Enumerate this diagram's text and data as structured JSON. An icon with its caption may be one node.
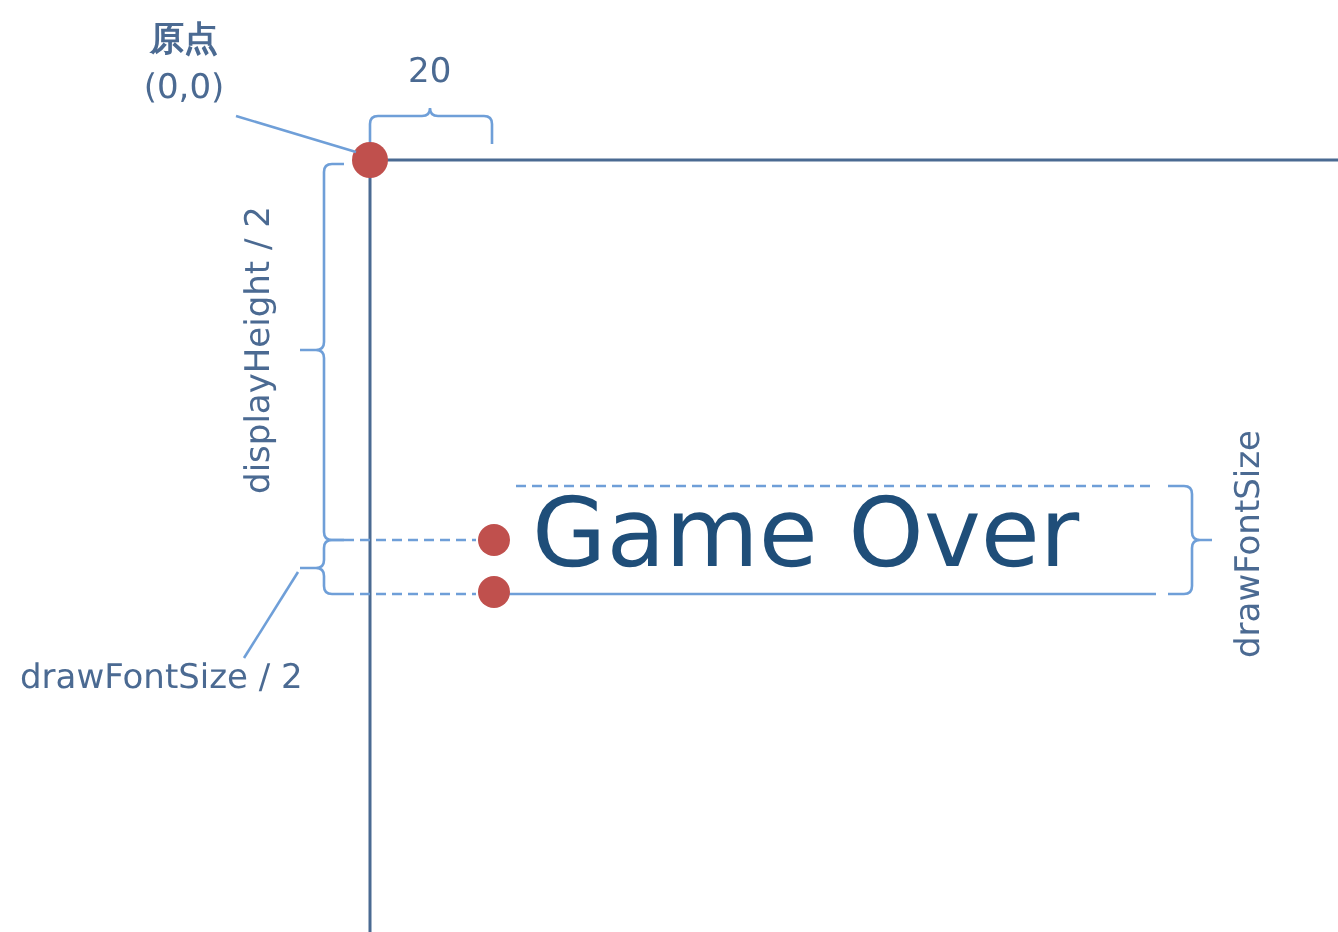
{
  "diagram": {
    "nodes": [
      {
        "text": [
          "原点",
          "(0,0)"
        ]
      },
      {
        "text": [],
        "shape": "circle"
      },
      {
        "text": [
          "drawFontSize / 2"
        ]
      },
      {
        "text": [],
        "shape": "bracket"
      },
      {
        "text": [],
        "shape": "circle"
      },
      {
        "text": [],
        "shape": "circle"
      }
    ],
    "edges": [
      {
        "from": 0,
        "to": 1,
        "arrow": "none"
      },
      {
        "from": 2,
        "to": 3,
        "arrow": "none"
      }
    ],
    "labels": [
      "20",
      "displayHeight / 2",
      "Game Over",
      "drawFontSize"
    ]
  }
}
